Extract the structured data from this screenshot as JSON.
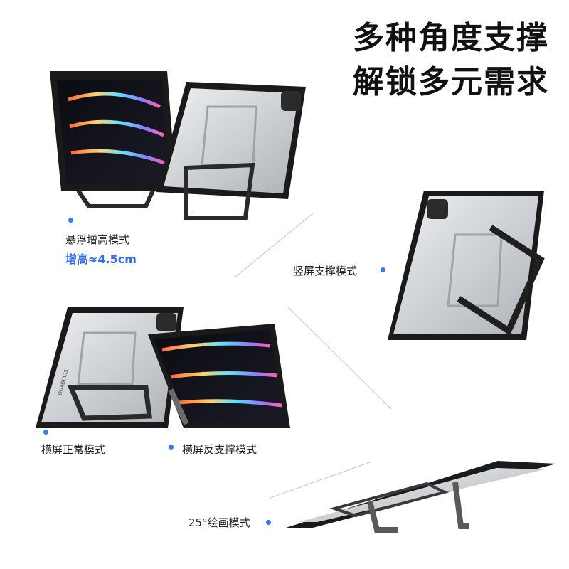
{
  "headline": {
    "line1": "多种角度支撑",
    "line2": "解锁多元需求"
  },
  "modes": {
    "floating": {
      "label": "悬浮增高模式",
      "highlight": "增高≈4.5cm"
    },
    "portrait": {
      "label": "竖屏支撑模式"
    },
    "landscape": {
      "label": "横屏正常模式"
    },
    "reverse": {
      "label": "横屏反支撑模式"
    },
    "drawing": {
      "label": "25°绘画模式"
    }
  },
  "brand_mark": "DUXDUCIS",
  "colors": {
    "accent": "#2f7df6",
    "highlight": "#2f6cf0",
    "frame": "#1a1a1a",
    "panel": "#d7d9dc"
  }
}
